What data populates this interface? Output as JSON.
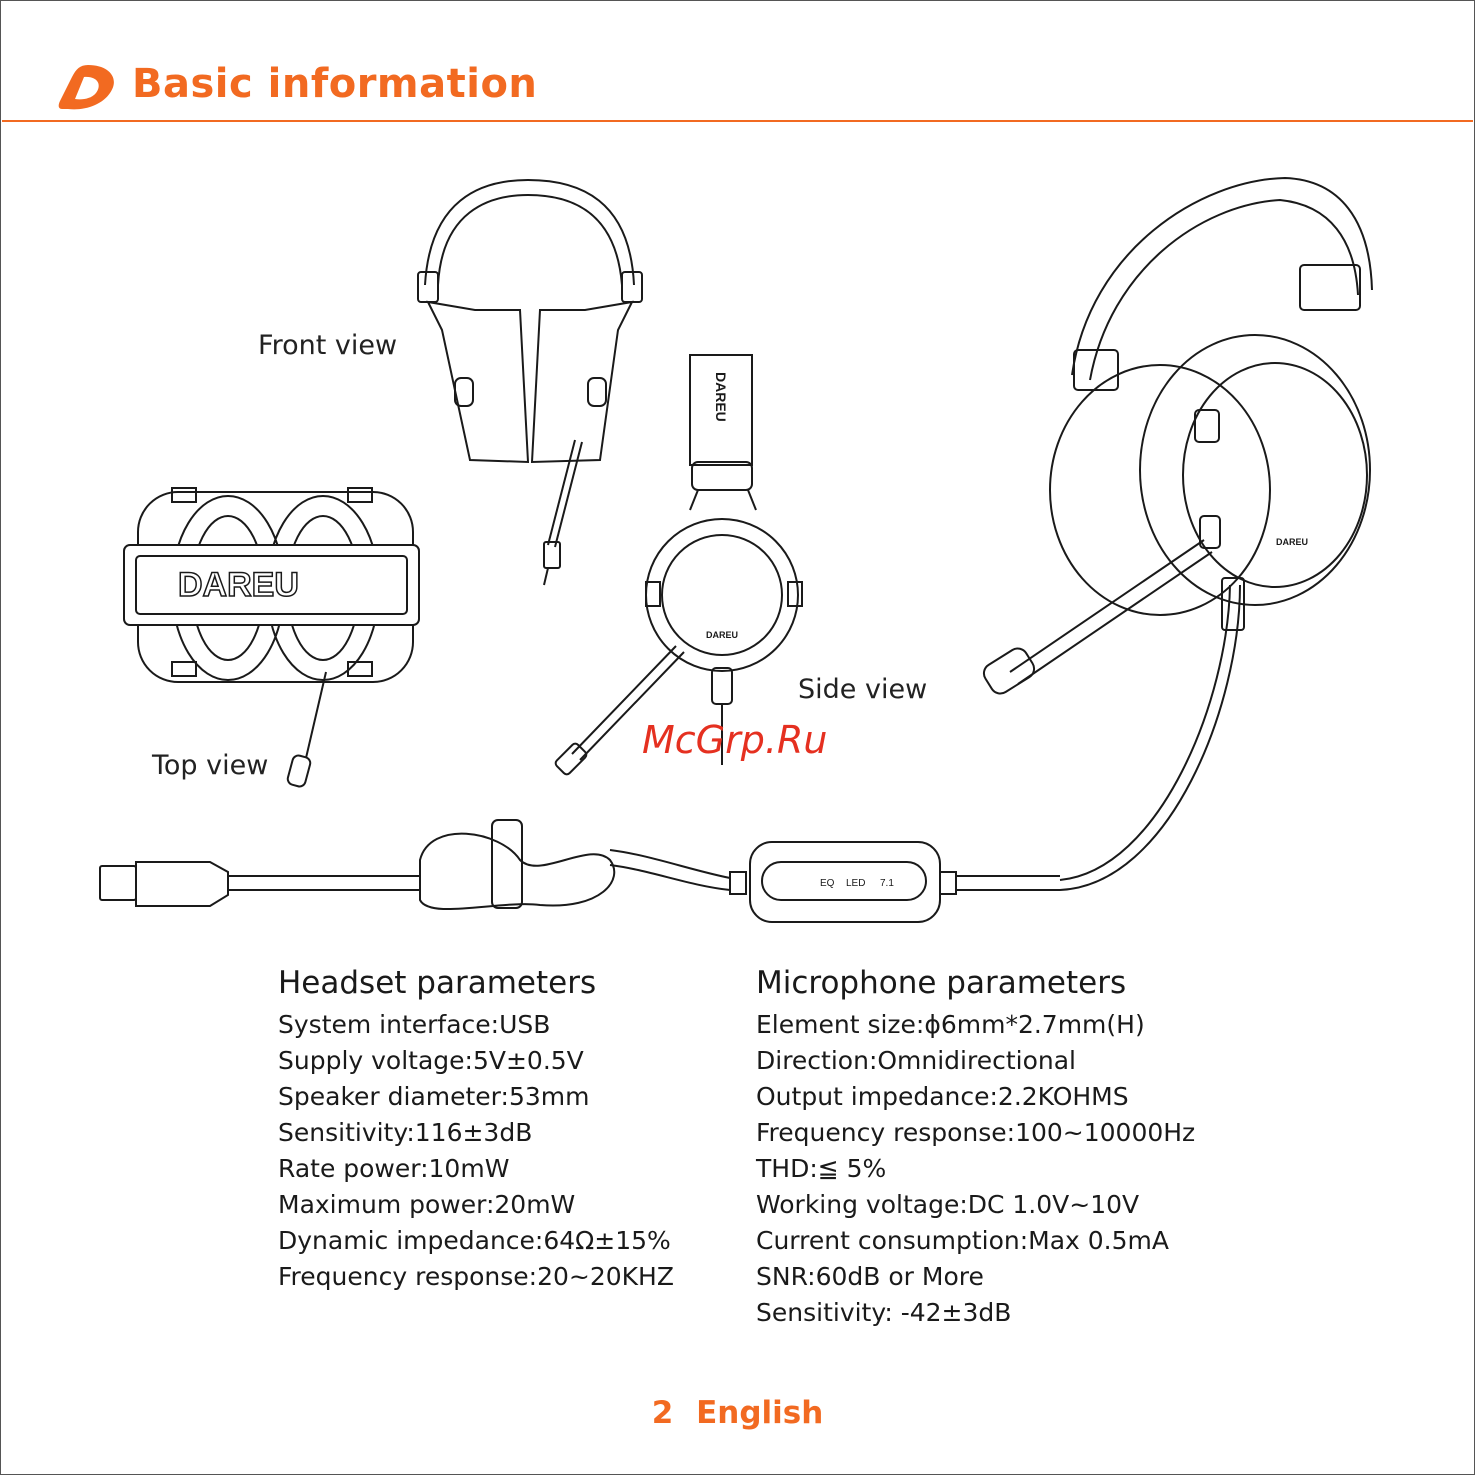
{
  "header": {
    "title": "Basic information",
    "accent_color": "#f26a21",
    "logo_icon": "dareu-logo-icon"
  },
  "illustration": {
    "labels": {
      "front": "Front view",
      "top": "Top view",
      "side": "Side view"
    },
    "brand_text": "DAREU",
    "controller_buttons": [
      "EQ",
      "LED",
      "7.1"
    ]
  },
  "watermark": "McGrp.Ru",
  "headset": {
    "heading": "Headset parameters",
    "items": [
      "System interface:USB",
      "Supply voltage:5V±0.5V",
      "Speaker diameter:53mm",
      "Sensitivity:116±3dB",
      "Rate power:10mW",
      "Maximum power:20mW",
      "Dynamic impedance:64Ω±15%",
      "Frequency response:20~20KHZ"
    ]
  },
  "microphone": {
    "heading": "Microphone parameters",
    "items": [
      "Element size:ϕ6mm*2.7mm(H)",
      "Direction:Omnidirectional",
      "Output impedance:2.2KOHMS",
      "Frequency response:100~10000Hz",
      "THD:≦ 5%",
      "Working voltage:DC 1.0V~10V",
      "Current consumption:Max 0.5mA",
      "SNR:60dB or More",
      "Sensitivity: -42±3dB"
    ]
  },
  "footer": {
    "page_number": "2",
    "language": "English"
  }
}
